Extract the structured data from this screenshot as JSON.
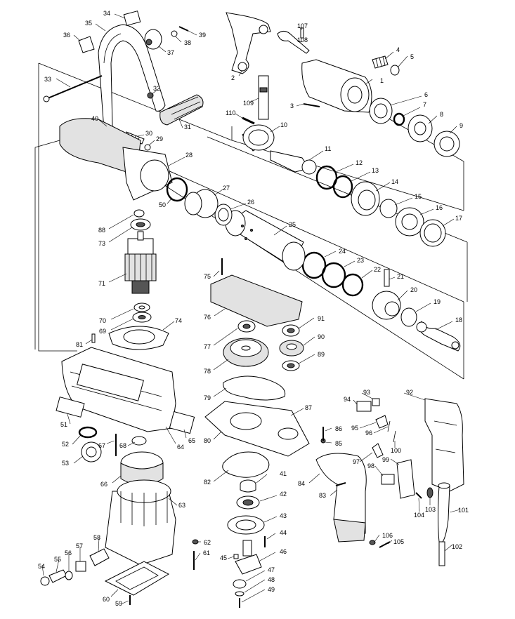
{
  "diagram": {
    "labels": [
      "1",
      "2",
      "3",
      "4",
      "5",
      "6",
      "7",
      "8",
      "9",
      "10",
      "11",
      "12",
      "13",
      "14",
      "15",
      "16",
      "17",
      "18",
      "19",
      "20",
      "21",
      "22",
      "23",
      "24",
      "25",
      "26",
      "27",
      "28",
      "29",
      "30",
      "31",
      "32",
      "33",
      "34",
      "35",
      "36",
      "37",
      "38",
      "39",
      "40",
      "41",
      "42",
      "43",
      "44",
      "45",
      "46",
      "47",
      "48",
      "49",
      "50",
      "51",
      "52",
      "53",
      "54",
      "55",
      "56",
      "57",
      "58",
      "59",
      "60",
      "61",
      "62",
      "63",
      "64",
      "65",
      "66",
      "67",
      "68",
      "69",
      "70",
      "71",
      "73",
      "74",
      "75",
      "76",
      "77",
      "78",
      "79",
      "80",
      "81",
      "82",
      "83",
      "84",
      "85",
      "86",
      "87",
      "88",
      "89",
      "90",
      "91",
      "92",
      "93",
      "94",
      "95",
      "96",
      "97",
      "98",
      "99",
      "100",
      "101",
      "102",
      "103",
      "104",
      "105",
      "106",
      "107",
      "108",
      "109",
      "110"
    ]
  }
}
